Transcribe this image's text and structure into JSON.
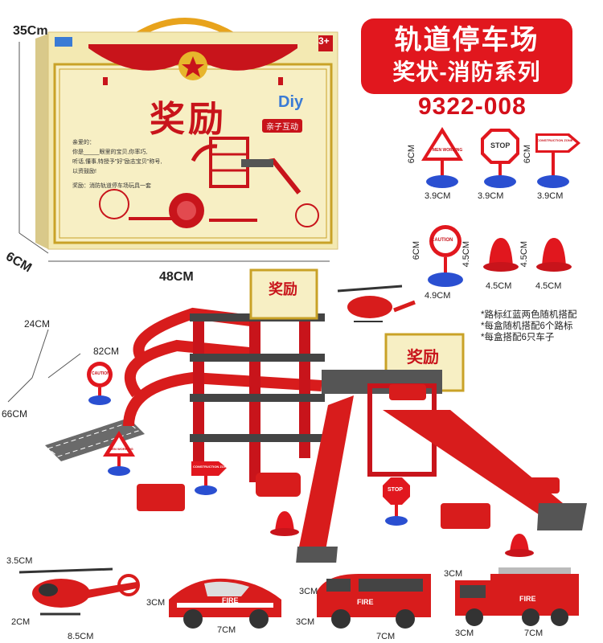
{
  "title": {
    "line1": "轨道停车场",
    "line2": "奖状-消防系列",
    "model": "9322-008"
  },
  "colors": {
    "brand_red": "#e1171e",
    "box_cream": "#f3e9b2",
    "gold": "#c9a227",
    "track_red": "#d81c1c",
    "track_gray": "#555555"
  },
  "box": {
    "height_label": "35Cm",
    "depth_label": "6CM",
    "width_label": "48CM",
    "certificate_title": "奖励",
    "diy_label": "Diy",
    "diy_sub": "亲子互动",
    "age_badge": "3+",
    "greeting": "亲爱的：",
    "line1": "你是_____眼里的宝贝,你率巧,",
    "line2": "听话,懂事,特授予\"好\"励志宝贝\"称号,",
    "line3": "以资鼓励!",
    "reward": "奖励：消防轨道停车场玩具一套"
  },
  "signs": [
    {
      "icon": "men-working-sign-icon",
      "text": "MEN WORKING",
      "height": "6CM",
      "width": "3.9CM"
    },
    {
      "icon": "stop-sign-icon",
      "text": "STOP",
      "height": "",
      "width": "3.9CM"
    },
    {
      "icon": "construction-zone-sign-icon",
      "text": "CONSTRUCTION ZONE",
      "height": "6CM",
      "width": "3.9CM"
    },
    {
      "icon": "caution-sign-icon",
      "text": "CAUTION",
      "height": "6CM",
      "width": "4.9CM"
    },
    {
      "icon": "traffic-cone-icon",
      "text": "",
      "height": "4.5CM",
      "width": "4.5CM"
    },
    {
      "icon": "traffic-cone-icon",
      "text": "",
      "height": "4.5CM",
      "width": "4.5CM"
    }
  ],
  "notes": [
    "*路标红蓝两色随机搭配",
    "*每盒随机搭配6个路标",
    "*每盒搭配6只车子"
  ],
  "playset": {
    "height_label": "24CM",
    "depth_label": "82CM",
    "length_label": "66CM",
    "sign_caution": "CAUTION",
    "sign_men_working": "MEN WORKING",
    "sign_construction": "CONSTRUCTION ZONE",
    "sign_stop": "STOP",
    "certificate_title": "奖励"
  },
  "vehicles": [
    {
      "icon": "helicopter-icon",
      "height": "3.5CM",
      "side": "2CM",
      "length": "8.5CM"
    },
    {
      "icon": "fire-car-icon",
      "height": "3CM",
      "length": "7CM",
      "text": "FIRE"
    },
    {
      "icon": "fire-van-icon",
      "height": "3CM",
      "side": "3CM",
      "length": "7CM",
      "text": "FIRE"
    },
    {
      "icon": "fire-truck-icon",
      "height": "3CM",
      "side": "3CM",
      "length": "7CM",
      "text": "FIRE"
    }
  ]
}
